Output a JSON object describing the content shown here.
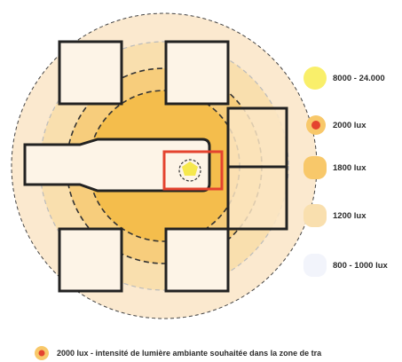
{
  "legend": [
    {
      "label": "8000 - 24.000",
      "color": "#f9ef6a",
      "kind": "circle"
    },
    {
      "label": "2000 lux",
      "color": "#f28a2e",
      "kind": "ring"
    },
    {
      "label": "1800 lux",
      "color": "#f8c86a",
      "kind": "blob"
    },
    {
      "label": "1200 lux",
      "color": "#f9dfae",
      "kind": "blob"
    },
    {
      "label": "800 - 1000 lux",
      "color": "#f2f4fb",
      "kind": "blob"
    }
  ],
  "footnote": {
    "text": "2000 lux - intensité de lumière ambiante souhaitée dans la zone de tra"
  },
  "colors": {
    "outer_zone": "#fbe7c9",
    "mid_zone": "#f9d79a",
    "inner_zone": "#f6c25a",
    "core_zone": "#f3b43a",
    "furniture_fill": "#fdf4e7",
    "outline": "#222222",
    "work_zone": "#e4432f",
    "lamp": "#f6e84e"
  }
}
